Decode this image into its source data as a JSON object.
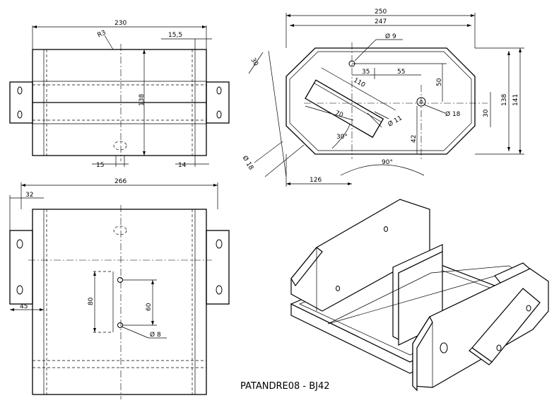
{
  "title_block": {
    "text": "PATANDRE08 - BJ42"
  },
  "top_view": {
    "dims": {
      "width": "230",
      "radius": "R3",
      "offset": "15,5",
      "height": "138",
      "hole_offset": "15",
      "right_offset": "14"
    }
  },
  "side_view": {
    "dims": {
      "outer_width": "250",
      "inner_width": "247",
      "slot_angle_len": "30",
      "slot_len": "110",
      "slot_width": "70",
      "hole_small": "Ø 9",
      "hole_offset_a": "35",
      "hole_offset_b": "55",
      "vert_50": "50",
      "hole_medium": "Ø 11",
      "hole_large": "Ø 18",
      "vert_30": "30",
      "height_138": "138",
      "height_141": "141",
      "vert_42": "42",
      "angle_30": "30°",
      "angle_90": "90°",
      "left_126": "126",
      "dia_18": "Ø 18"
    }
  },
  "bottom_view": {
    "dims": {
      "width": "266",
      "left_offset": "32",
      "hole_spacing": "80",
      "hole_spacing_inner": "60",
      "hole_dia": "Ø 8",
      "tab_offset": "45"
    }
  }
}
